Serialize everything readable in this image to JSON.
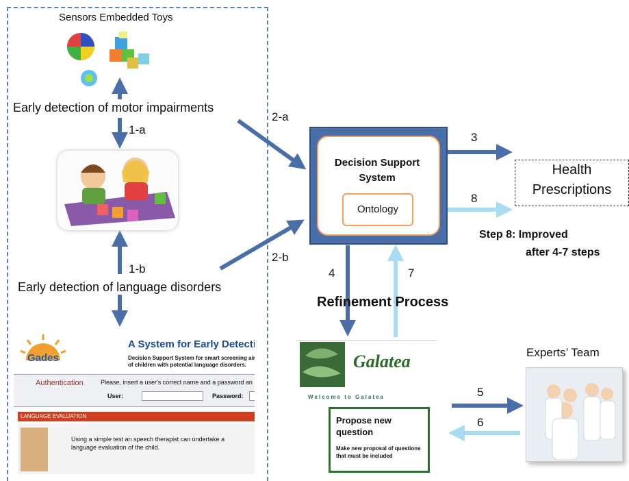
{
  "labels": {
    "sensors": "Sensors Embedded Toys",
    "motor": "Early detection of motor impairments",
    "language": "Early detection of language disorders",
    "dss": "Decision Support System",
    "ontology": "Ontology",
    "health": "Health Prescriptions",
    "step8_line1": "Step 8: Improved",
    "step8_line2": "after 4-7 steps",
    "refinement": "Refinement Process",
    "experts": "Experts’ Team"
  },
  "steps": {
    "s1a": "1-a",
    "s1b": "1-b",
    "s2a": "2-a",
    "s2b": "2-b",
    "s3": "3",
    "s4": "4",
    "s5": "5",
    "s6": "6",
    "s7": "7",
    "s8": "8"
  },
  "gades": {
    "logo": "Gades",
    "title": "A System for Early Detection",
    "subtitle": "Decision Support System for smart screening aime",
    "subtitle2": "of children with potential language disorders.",
    "auth_label": "Authentication",
    "auth_text": "Please, insert a user's correct name and a password an",
    "user_label": "User:",
    "password_label": "Password:",
    "section": "LANGUAGE EVALUATION",
    "eval_text": "Using a simple test an speech therapist can undertake a",
    "eval_text2": "language evaluation of the child."
  },
  "galatea": {
    "title": "Galatea",
    "welcome": "Welcome to Galatea",
    "propose_title": "Propose new question",
    "propose_text": "Make new proposal of questions that must be included"
  },
  "colors": {
    "dark_arrow": "#4a6fa8",
    "light_arrow": "#a8dcf0",
    "orange": "#f0a060"
  }
}
